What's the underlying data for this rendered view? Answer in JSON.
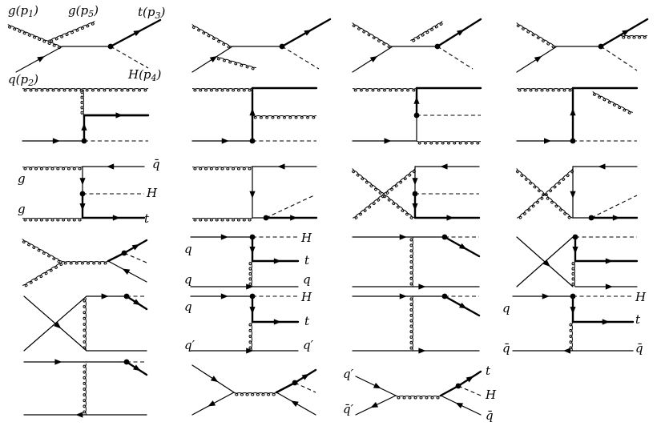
{
  "labels": {
    "g_p1": "g(p",
    "g_p1_sub": "1",
    "g_p5": "g(p",
    "g_p5_sub": "5",
    "t_p3": "t(p",
    "t_p3_sub": "3",
    "q_p2": "q(p",
    "q_p2_sub": "2",
    "H_p4": "H(p",
    "H_p4_sub": "4",
    "close_paren": ")",
    "qbar": "q̄",
    "g": "g",
    "H": "H",
    "t": "t",
    "q": "q",
    "qprime": "q′",
    "qbarprime": "q̄′"
  },
  "colors": {
    "line": "#000000",
    "background": "#ffffff"
  }
}
